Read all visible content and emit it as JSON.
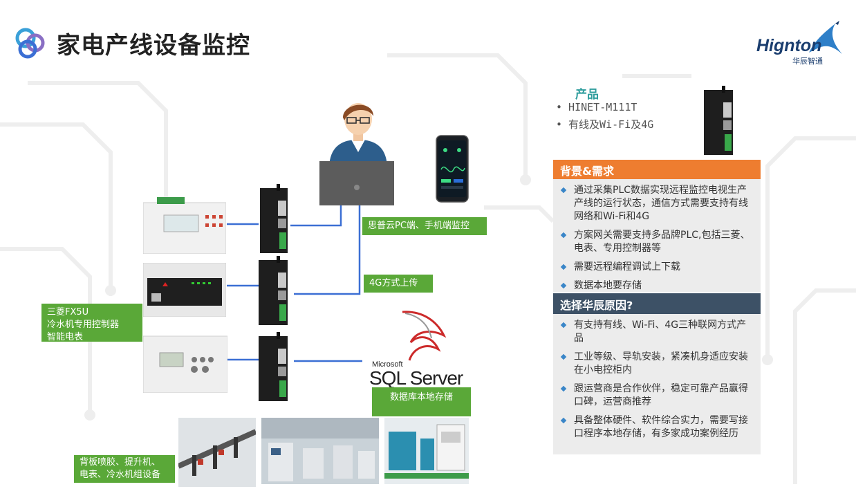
{
  "header": {
    "title": "家电产线设备监控",
    "brand_name": "Hignton",
    "brand_subtitle": "华辰智通"
  },
  "diagram": {
    "cloud_label": "思普云PC端、手机端监控",
    "upload_label": "4G方式上传",
    "device_label_lines": [
      "三菱FX5U",
      "冷水机专用控制器",
      "智能电表"
    ],
    "storage_label": "数据库本地存储",
    "equipment_label_lines": [
      "背板喷胶、提升机、",
      "电表、冷水机组设备"
    ],
    "sql_brand": "Microsoft",
    "sql_product": "SQL Server"
  },
  "product": {
    "title": "产品",
    "items": [
      "• HINET-M111T",
      "• 有线及Wi-Fi及4G"
    ]
  },
  "background": {
    "title": "背景&需求",
    "items": [
      "通过采集PLC数据实现远程监控电视生产产线的运行状态，通信方式需要支持有线网络和Wi-Fi和4G",
      "方案网关需要支持多品牌PLC,包括三菱、电表、专用控制器等",
      "需要远程编程调试上下载",
      "数据本地要存储"
    ]
  },
  "reasons": {
    "title": "选择华辰原因?",
    "items": [
      "有支持有线、Wi-Fi、4G三种联网方式产品",
      "工业等级、导轨安装，紧凑机身适应安装在小电控柜内",
      "跟运营商是合作伙伴，稳定可靠产品赢得口碑，运营商推荐",
      "具备整体硬件、软件综合实力，需要写接口程序本地存储，有多家成功案例经历"
    ]
  },
  "colors": {
    "accent_orange": "#ee7d30",
    "accent_navy": "#3d5166",
    "label_green": "#5aa838",
    "product_teal": "#2d9c9c",
    "link_blue": "#3b6fd4"
  }
}
